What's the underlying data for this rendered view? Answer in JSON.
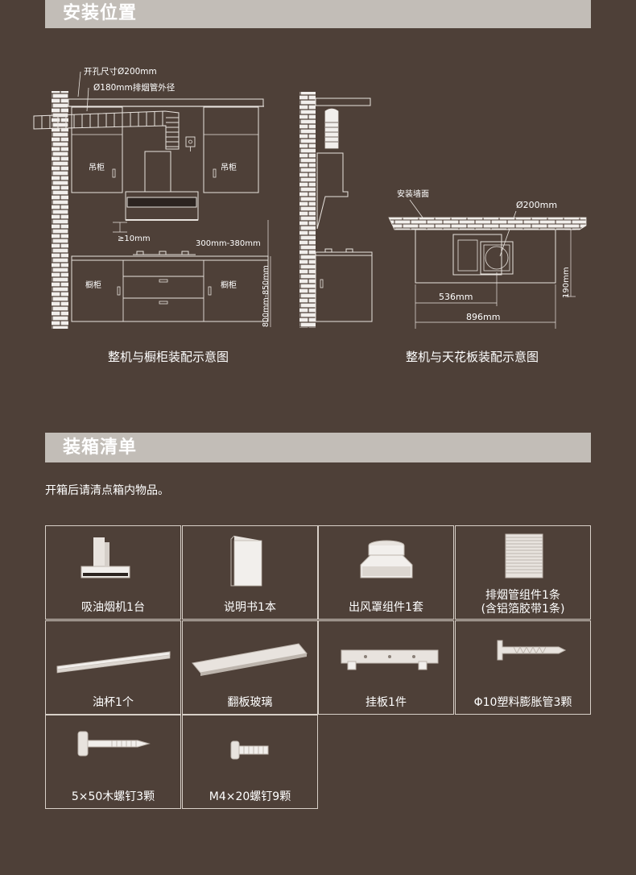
{
  "section1": {
    "title": "安装位置",
    "diagram1": {
      "caption": "整机与橱柜装配示意图",
      "hole_label": "开孔尺寸Ø200mm",
      "pipe_label": "Ø180mm排烟管外径",
      "wall_cabinet_left": "吊柜",
      "wall_cabinet_right": "吊柜",
      "gap_label": "≥10mm",
      "height_label": "300mm-380mm",
      "base_cabinet_left": "橱柜",
      "base_cabinet_right": "橱柜",
      "counter_height": "800mm-850mm"
    },
    "diagram2": {
      "caption": "整机与天花板装配示意图",
      "wall_label": "安装墙面",
      "hole_label": "Ø200mm",
      "width_inner": "536mm",
      "width_outer": "896mm",
      "depth": "190mm"
    }
  },
  "section2": {
    "title": "装箱清单",
    "intro": "开箱后请清点箱内物品。",
    "items": [
      {
        "label": "吸油烟机1台",
        "icon": "range-hood-icon"
      },
      {
        "label": "说明书1本",
        "icon": "manual-icon"
      },
      {
        "label": "出风罩组件1套",
        "icon": "outlet-cover-icon"
      },
      {
        "label": "排烟管组件1条",
        "label2": "(含铝箔胶带1条)",
        "icon": "exhaust-pipe-icon"
      },
      {
        "label": "油杯1个",
        "icon": "oil-cup-icon"
      },
      {
        "label": "翻板玻璃",
        "icon": "glass-panel-icon"
      },
      {
        "label": "挂板1件",
        "icon": "hanging-plate-icon"
      },
      {
        "label": "Φ10塑料膨胀管3颗",
        "icon": "expansion-tube-icon"
      },
      {
        "label": "5×50木螺钉3颗",
        "icon": "wood-screw-icon"
      },
      {
        "label": "M4×20螺钉9颗",
        "icon": "machine-screw-icon"
      }
    ]
  }
}
